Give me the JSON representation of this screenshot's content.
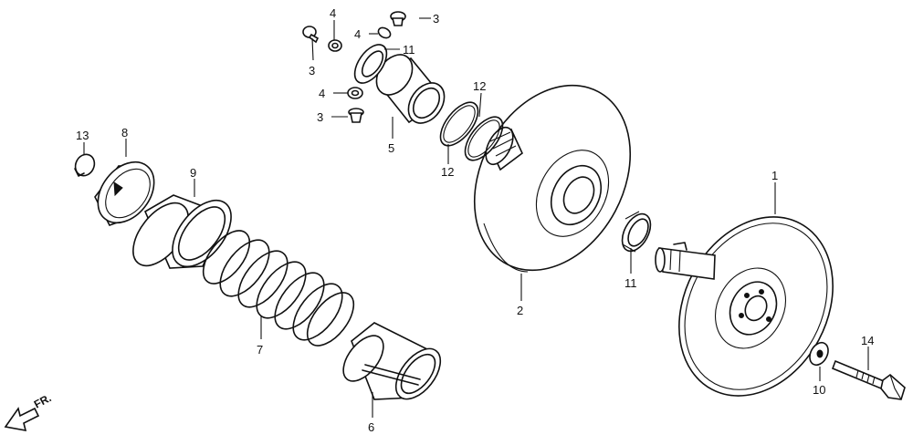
{
  "callouts": {
    "c1": "1",
    "c2": "2",
    "c3a": "3",
    "c3b": "3",
    "c3c": "3",
    "c4a": "4",
    "c4b": "4",
    "c4c": "4",
    "c5": "5",
    "c6": "6",
    "c7": "7",
    "c8": "8",
    "c9": "9",
    "c10": "10",
    "c11a": "11",
    "c11b": "11",
    "c12a": "12",
    "c12b": "12",
    "c13": "13",
    "c14": "14"
  },
  "direction": {
    "label": "FR."
  }
}
